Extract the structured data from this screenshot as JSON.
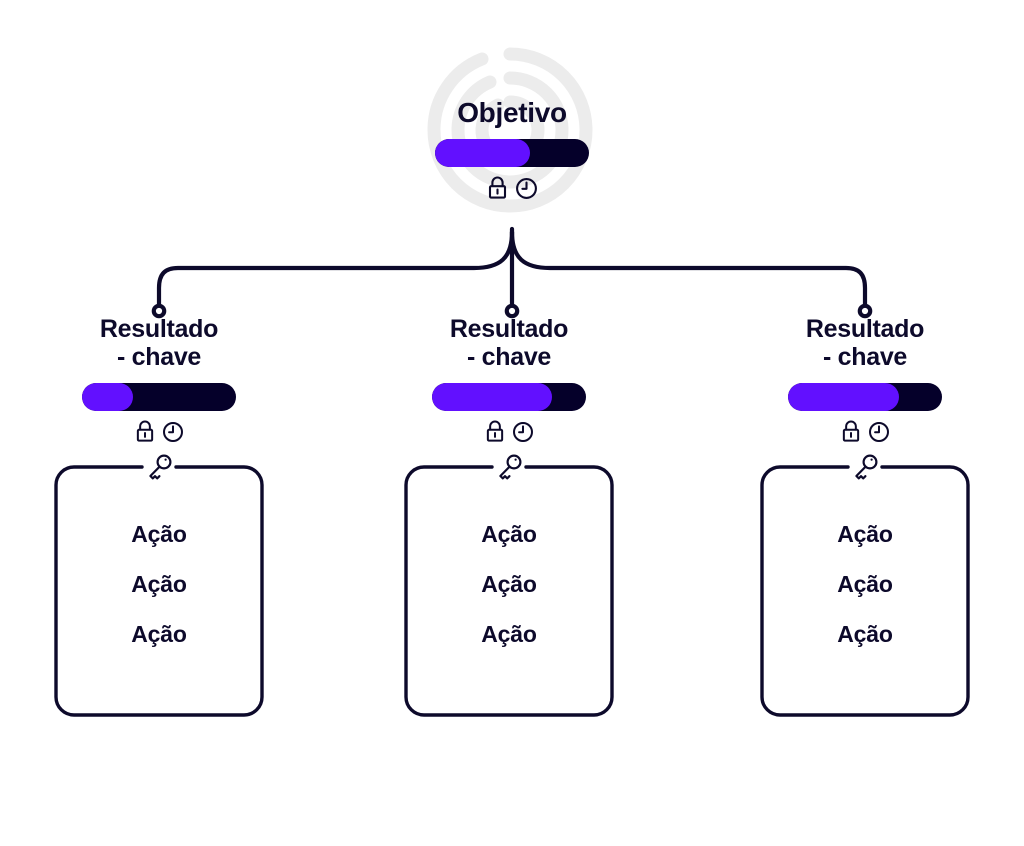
{
  "diagram": {
    "title": "Objetivo",
    "colors": {
      "accent_purple": "#6210ff",
      "dark_navy": "#05002a",
      "text": "#0d0a2b",
      "watermark_gray": "#ebebeb",
      "background": "#ffffff"
    },
    "objective": {
      "label": "Objetivo",
      "progress_percent": 62,
      "icons": [
        "lock-icon",
        "clock-icon"
      ]
    },
    "key_results": [
      {
        "label_line1": "Resultado",
        "label_line2": "- chave",
        "progress_percent": 33,
        "icons": [
          "lock-icon",
          "clock-icon"
        ],
        "card_icon": "key-icon",
        "actions": [
          "Ação",
          "Ação",
          "Ação"
        ]
      },
      {
        "label_line1": "Resultado",
        "label_line2": "- chave",
        "progress_percent": 78,
        "icons": [
          "lock-icon",
          "clock-icon"
        ],
        "card_icon": "key-icon",
        "actions": [
          "Ação",
          "Ação",
          "Ação"
        ]
      },
      {
        "label_line1": "Resultado",
        "label_line2": "- chave",
        "progress_percent": 72,
        "icons": [
          "lock-icon",
          "clock-icon"
        ],
        "card_icon": "key-icon",
        "actions": [
          "Ação",
          "Ação",
          "Ação"
        ]
      }
    ],
    "watermark": {
      "icon": "concentric-target-icon"
    }
  }
}
